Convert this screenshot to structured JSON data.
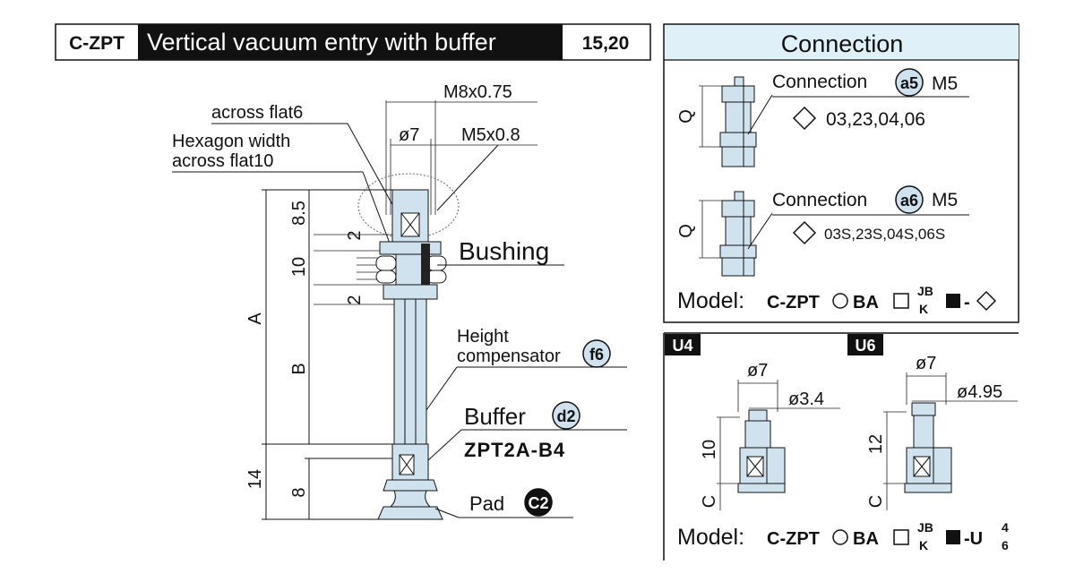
{
  "header": {
    "code": "C-ZPT",
    "title": "Vertical vacuum entry with buffer",
    "sizes": "15,20"
  },
  "main_drawing": {
    "m8": "M8x0.75",
    "m5": "M5x0.8",
    "dia7": "ø7",
    "flat6": "across flat6",
    "hex_line1": "Hexagon width",
    "hex_line2": "across flat10",
    "dim_85": "8.5",
    "dim_2a": "2",
    "dim_10": "10",
    "dim_2b": "2",
    "dim_A": "A",
    "dim_B": "B",
    "dim_14": "14",
    "dim_8": "8",
    "bushing": "Bushing",
    "height_line1": "Height",
    "height_line2": "compensator",
    "height_badge": "f6",
    "buffer": "Buffer",
    "buffer_badge": "d2",
    "buffer_model": "ZPT2A-B4",
    "pad": "Pad",
    "pad_badge": "C2"
  },
  "connection": {
    "title": "Connection",
    "a5": {
      "label": "Connection",
      "badge": "a5",
      "thread": "M5",
      "options": "03,23,04,06",
      "q": "Q"
    },
    "a6": {
      "label": "Connection",
      "badge": "a6",
      "thread": "M5",
      "options": "03S,23S,04S,06S",
      "q": "Q"
    },
    "model_prefix": "Model:",
    "model_code": "C-ZPT",
    "model_ba": "BA",
    "jb": "JB",
    "k": "K",
    "dash": "-"
  },
  "u4": {
    "tag": "U4",
    "dia7": "ø7",
    "dia": "ø3.4",
    "h": "10",
    "c": "C"
  },
  "u6": {
    "tag": "U6",
    "dia7": "ø7",
    "dia": "ø4.95",
    "h": "12",
    "c": "C"
  },
  "u_model": {
    "prefix": "Model:",
    "code": "C-ZPT",
    "ba": "BA",
    "jb": "JB",
    "k": "K",
    "u": "-U",
    "n4": "4",
    "n6": "6"
  },
  "colors": {
    "header_bg": "#111111",
    "connection_title_bg": "#dff0f8",
    "part_fill": "#cfe2ee",
    "badge_fill": "#cfe2ee"
  }
}
